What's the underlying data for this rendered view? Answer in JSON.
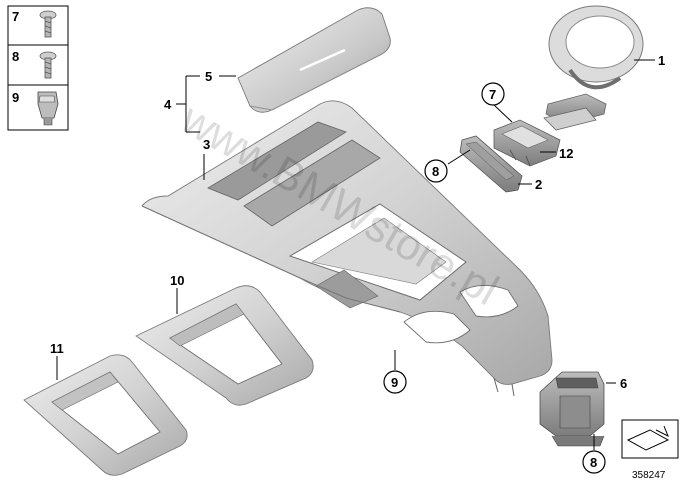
{
  "legend": [
    {
      "num": "7"
    },
    {
      "num": "8"
    },
    {
      "num": "9"
    }
  ],
  "callouts": {
    "c1": "1",
    "c2": "2",
    "c3": "3",
    "c4": "4",
    "c5": "5",
    "c6": "6",
    "c7": "7",
    "c8a": "8",
    "c8b": "8",
    "c9": "9",
    "c10": "10",
    "c11": "11",
    "c12": "12"
  },
  "watermark": "www.BMWstore.pl",
  "diagram_id": "358247",
  "colors": {
    "part_light": "#e6e6e6",
    "part_mid": "#c8c8c8",
    "part_dark": "#8a8a8a",
    "line": "#000000"
  }
}
